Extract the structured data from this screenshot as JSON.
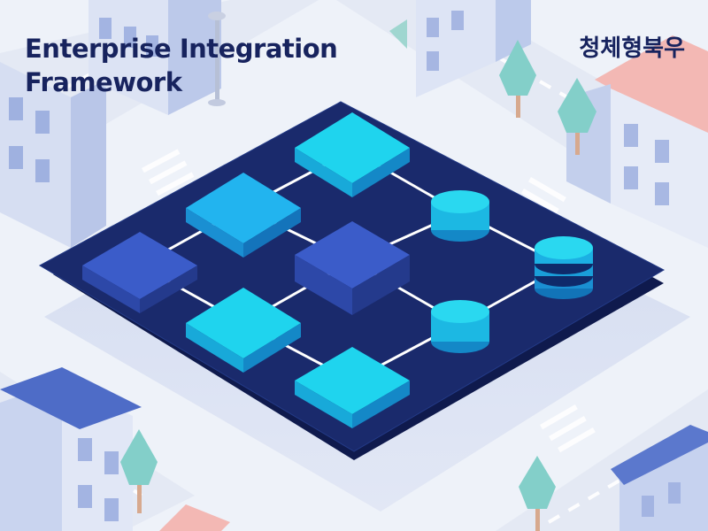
{
  "header": {
    "title_line1": "Enterprise Integration",
    "title_line2": "Framework",
    "brand": "청체형북우"
  },
  "colors": {
    "platform": "#1a2a6c",
    "platform_edge": "#0f1a4d",
    "node_cyan": "#1fd4ee",
    "node_blue": "#21a7ec",
    "node_indigo": "#3b5cc9",
    "background": "#eef2f9"
  },
  "diagram": {
    "nodes": [
      {
        "id": "square-top",
        "shape": "square"
      },
      {
        "id": "square-upper-left",
        "shape": "square"
      },
      {
        "id": "square-left",
        "shape": "square"
      },
      {
        "id": "square-center",
        "shape": "square"
      },
      {
        "id": "square-lower-left",
        "shape": "square"
      },
      {
        "id": "square-bottom",
        "shape": "square"
      },
      {
        "id": "cylinder-upper",
        "shape": "cylinder"
      },
      {
        "id": "cylinder-lower",
        "shape": "cylinder"
      },
      {
        "id": "database-stack",
        "shape": "database"
      }
    ],
    "edges": [
      [
        "square-top",
        "square-upper-left"
      ],
      [
        "square-top",
        "cylinder-upper"
      ],
      [
        "square-upper-left",
        "square-left"
      ],
      [
        "square-upper-left",
        "square-center"
      ],
      [
        "square-left",
        "square-lower-left"
      ],
      [
        "square-center",
        "cylinder-upper"
      ],
      [
        "square-center",
        "square-lower-left"
      ],
      [
        "square-center",
        "cylinder-lower"
      ],
      [
        "cylinder-upper",
        "database-stack"
      ],
      [
        "database-stack",
        "cylinder-lower"
      ],
      [
        "square-lower-left",
        "square-bottom"
      ],
      [
        "square-bottom",
        "cylinder-lower"
      ]
    ]
  }
}
